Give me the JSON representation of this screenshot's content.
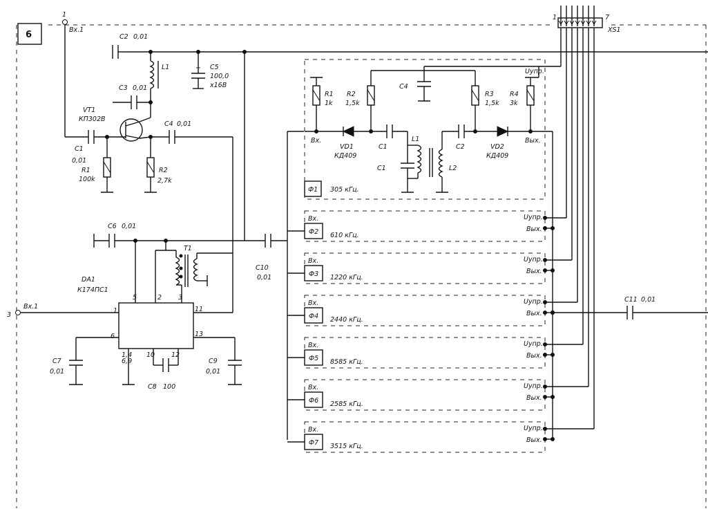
{
  "sheet_number": "6",
  "input_top": {
    "pin": "1",
    "label": "Вх.1"
  },
  "input_left": {
    "pin": "3",
    "label": "Вх.1"
  },
  "connector": {
    "label": "XS1",
    "pin_first": "1",
    "pin_last": "7"
  },
  "preamp": {
    "transistor": {
      "ref": "VT1",
      "part": "КП302В"
    },
    "c1": {
      "ref": "C1",
      "value": "0,01"
    },
    "c2": {
      "ref": "C2",
      "value": "0,01"
    },
    "c3": {
      "ref": "C3",
      "value": "0,01"
    },
    "c4": {
      "ref": "C4",
      "value": "0,01"
    },
    "c5": {
      "ref": "C5",
      "value": "100,0",
      "voltage": "x16В"
    },
    "c6": {
      "ref": "C6",
      "value": "0,01"
    },
    "c7": {
      "ref": "C7",
      "value": "0,01"
    },
    "c8": {
      "ref": "C8",
      "value": "100"
    },
    "c9": {
      "ref": "C9",
      "value": "0,01"
    },
    "c10": {
      "ref": "C10",
      "value": "0,01"
    },
    "c11": {
      "ref": "C11",
      "value": "0,01"
    },
    "r1": {
      "ref": "R1",
      "value": "100k"
    },
    "r2": {
      "ref": "R2",
      "value": "2,7k"
    },
    "l1": {
      "ref": "L1"
    },
    "t1": {
      "ref": "T1"
    },
    "ic": {
      "ref": "DA1",
      "part": "К174ПС1",
      "pins": {
        "p1": "1",
        "p2": "2",
        "p3": "3",
        "p5": "5",
        "p6": "6",
        "p10": "10",
        "p11": "11",
        "p12": "12",
        "p13": "13",
        "p_gnd_a": "1,4",
        "p_gnd_b": "6,9"
      }
    }
  },
  "filter_detail": {
    "r1": {
      "ref": "R1",
      "value": "1k"
    },
    "r2": {
      "ref": "R2",
      "value": "1,5k"
    },
    "r3": {
      "ref": "R3",
      "value": "1,5k"
    },
    "r4": {
      "ref": "R4",
      "value": "3k"
    },
    "c1_top": "C1",
    "c1_side": "C1",
    "c2": "C2",
    "c4": "C4",
    "l1": "L1",
    "l2": "L2",
    "vd1": {
      "ref": "VD1",
      "part": "КД409"
    },
    "vd2": {
      "ref": "VD2",
      "part": "КД409"
    },
    "in_label": "Вх.",
    "out_label": "Вых.",
    "ctrl_label": "Uупр."
  },
  "port_labels": {
    "in": "Вх.",
    "out": "Вых.",
    "ctrl": "Uупр."
  },
  "filters": [
    {
      "name": "Ф1",
      "freq": "305 кГц."
    },
    {
      "name": "Ф2",
      "freq": "610 кГц."
    },
    {
      "name": "Ф3",
      "freq": "1220 кГц."
    },
    {
      "name": "Ф4",
      "freq": "2440 кГц."
    },
    {
      "name": "Ф5",
      "freq": "8585 кГц."
    },
    {
      "name": "Ф6",
      "freq": "2585 кГц."
    },
    {
      "name": "Ф7",
      "freq": "3515 кГц."
    }
  ]
}
